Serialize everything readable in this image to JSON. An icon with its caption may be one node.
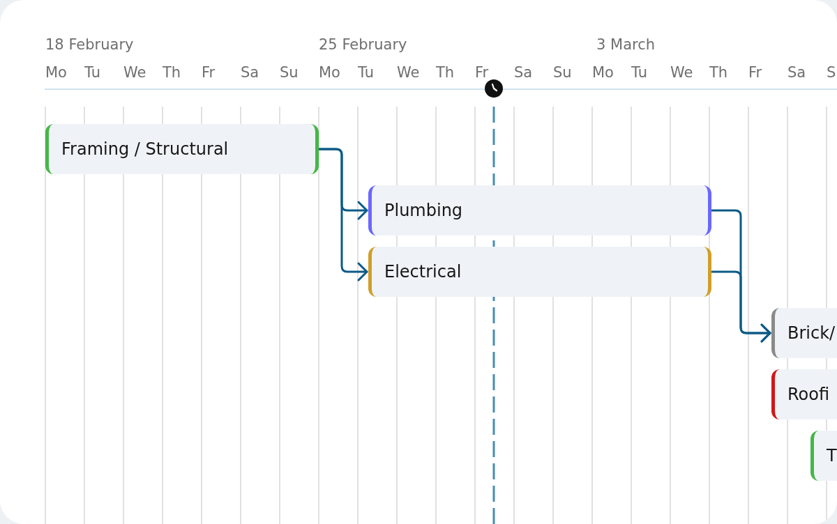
{
  "diagram": {
    "nodes": [
      {
        "text": [
          "Framing / Structural"
        ]
      },
      {
        "text": [
          "Plumbing"
        ]
      },
      {
        "text": [
          "Electrical"
        ]
      },
      {
        "text": [
          "Brick/"
        ]
      },
      {
        "text": [
          "Roofi"
        ]
      },
      {
        "text": [
          "T"
        ]
      }
    ],
    "edges": [
      {
        "from": 0,
        "to": 1,
        "arrow": "to"
      },
      {
        "from": 0,
        "to": 2,
        "arrow": "to"
      },
      {
        "from": 1,
        "to": 3,
        "arrow": "to"
      },
      {
        "from": 2,
        "to": 3,
        "arrow": "to"
      }
    ],
    "labels": [
      "18 February",
      "25 February",
      "3 March",
      "Mo",
      "Tu",
      "We",
      "Th",
      "Fr",
      "Sa",
      "Su",
      "Mo",
      "Tu",
      "We",
      "Th",
      "Fr",
      "Sa",
      "Su",
      "Mo",
      "Tu",
      "We",
      "Th",
      "Fr",
      "Sa",
      "S"
    ]
  }
}
